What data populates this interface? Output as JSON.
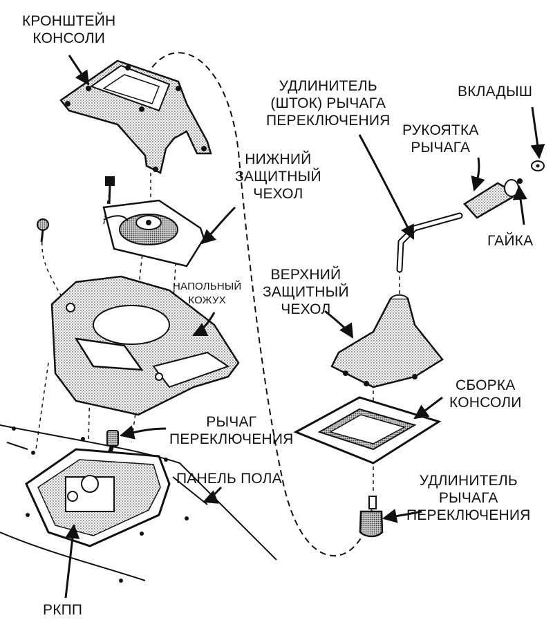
{
  "labels": {
    "console_bracket": [
      "КРОНШТЕЙН",
      "КОНСОЛИ"
    ],
    "lower_boot": [
      "НИЖНИЙ",
      "ЗАЩИТНЫЙ",
      "ЧЕХОЛ"
    ],
    "floor_cover": [
      "НАПОЛЬНЫЙ",
      "КОЖУХ"
    ],
    "shift_lever": [
      "РЫЧАГ",
      "ПЕРЕКЛЮЧЕНИЯ"
    ],
    "floor_panel": [
      "ПАНЕЛЬ ПОЛА"
    ],
    "transmission": [
      "РКПП"
    ],
    "lever_extension_rod": [
      "УДЛИНИТЕЛЬ",
      "(ШТОК) РЫЧАГА",
      "ПЕРЕКЛЮЧЕНИЯ"
    ],
    "insert": [
      "ВКЛАДЫШ"
    ],
    "lever_handle": [
      "РУКОЯТКА",
      "РЫЧАГА"
    ],
    "nut": [
      "ГАЙКА"
    ],
    "upper_boot": [
      "ВЕРХНИЙ",
      "ЗАЩИТНЫЙ",
      "ЧЕХОЛ"
    ],
    "console_assembly": [
      "СБОРКА",
      "КОНСОЛИ"
    ],
    "lever_extension": [
      "УДЛИНИТЕЛЬ",
      "РЫЧАГА",
      "ПЕРЕКЛЮЧЕНИЯ"
    ]
  },
  "colors": {
    "ink": "#111111",
    "shade": "#9a9a9a",
    "paper": "#ffffff"
  }
}
